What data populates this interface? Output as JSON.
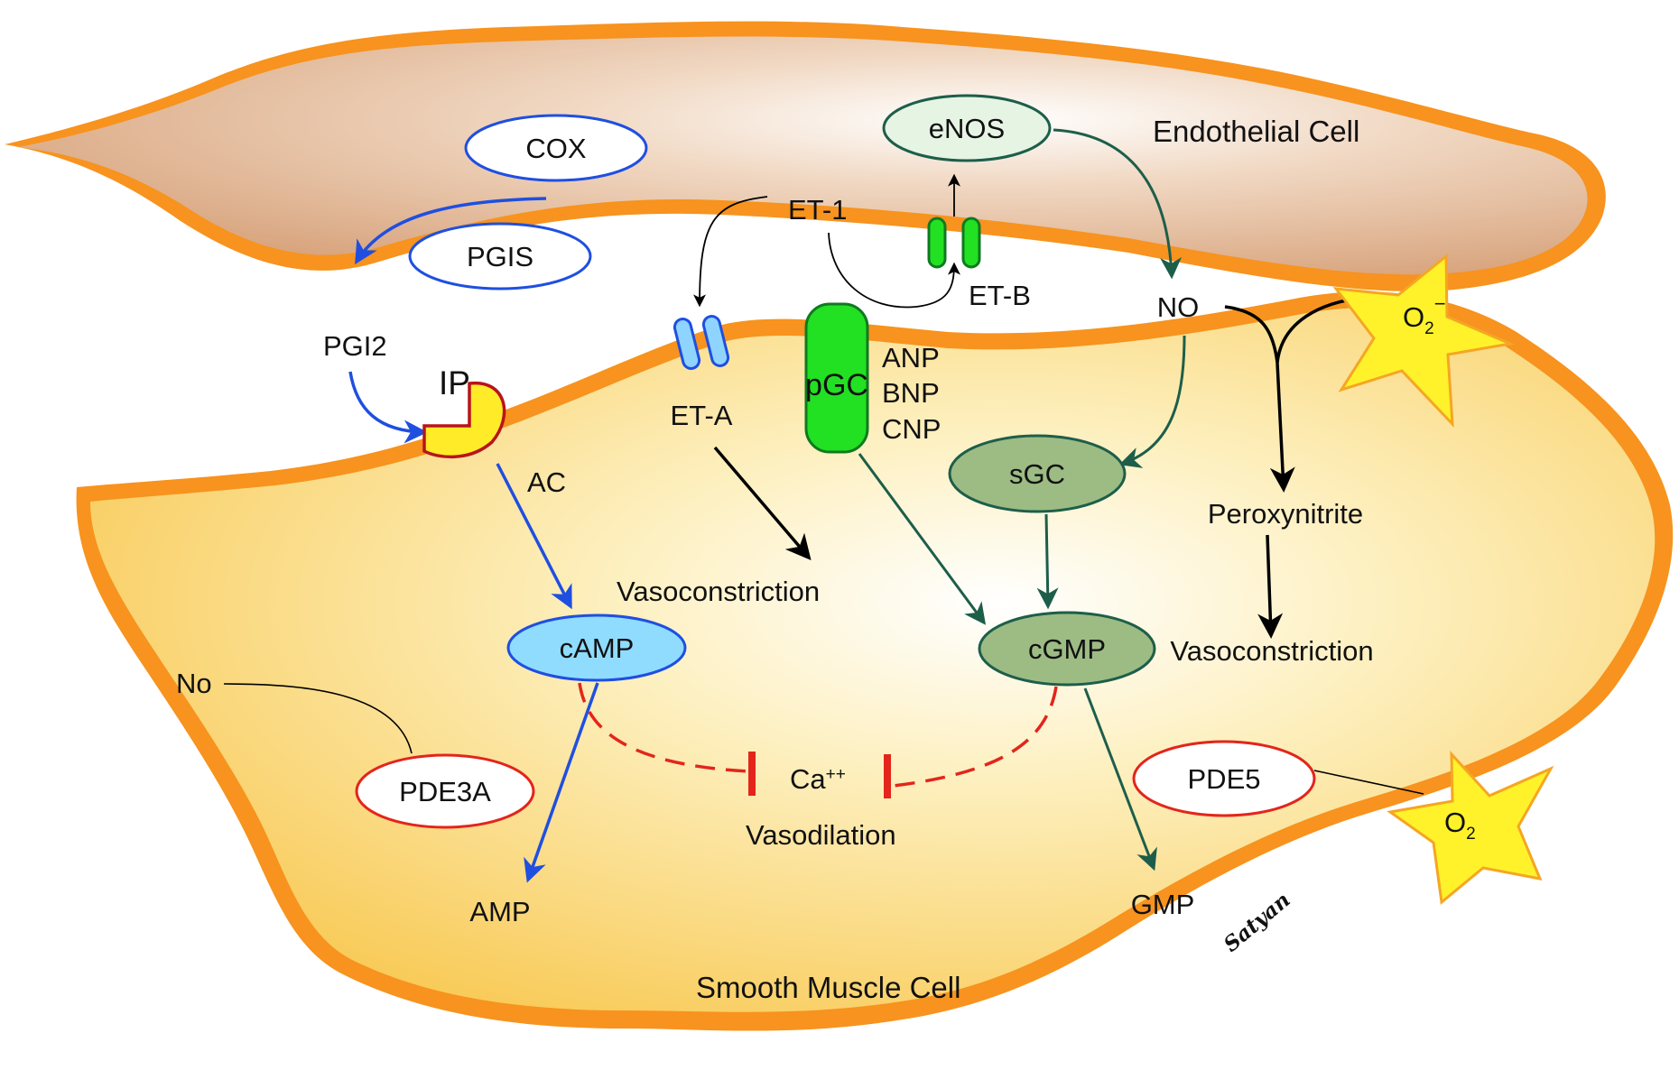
{
  "diagram": {
    "cells": {
      "endothelial": "Endothelial Cell",
      "smooth_muscle": "Smooth Muscle Cell"
    },
    "nodes": {
      "cox": "COX",
      "pgis": "PGIS",
      "pgi2": "PGI2",
      "ip": "IP",
      "ac": "AC",
      "camp": "cAMP",
      "amp": "AMP",
      "pde3a": "PDE3A",
      "no_inhibitor": "No",
      "et1": "ET-1",
      "eta": "ET-A",
      "etb": "ET-B",
      "enos": "eNOS",
      "pgc": "pGC",
      "anp": "ANP",
      "bnp": "BNP",
      "cnp": "CNP",
      "no": "NO",
      "sgc": "sGC",
      "cgmp": "cGMP",
      "gmp": "GMP",
      "pde5": "PDE5",
      "peroxynitrite": "Peroxynitrite",
      "vasoconstriction_eta": "Vasoconstriction",
      "vasoconstriction_peroxy": "Vasoconstriction",
      "ca": "Ca",
      "ca_superscript": "++",
      "vasodilation": "Vasodilation",
      "superoxide_base": "O",
      "superoxide_sub": "2",
      "superoxide_sup": "−",
      "oxygen_base": "O",
      "oxygen_sub": "2"
    },
    "signature": "Satyan"
  },
  "colors": {
    "endothelial_fill": "#dfac82",
    "endothelial_border": "#f7931e",
    "smooth_muscle_fill": "#fcd36a",
    "smooth_muscle_border": "#f7931e",
    "prostacyclin_path": "#1f4fe0",
    "no_path": "#1d5e4a",
    "inhibition": "#e3251b",
    "camp_fill": "#8fdcff",
    "sgc_fill": "#9cbc84",
    "pgc_fill": "#22e022",
    "star_fill": "#fff22a",
    "star_border": "#f5a623"
  }
}
